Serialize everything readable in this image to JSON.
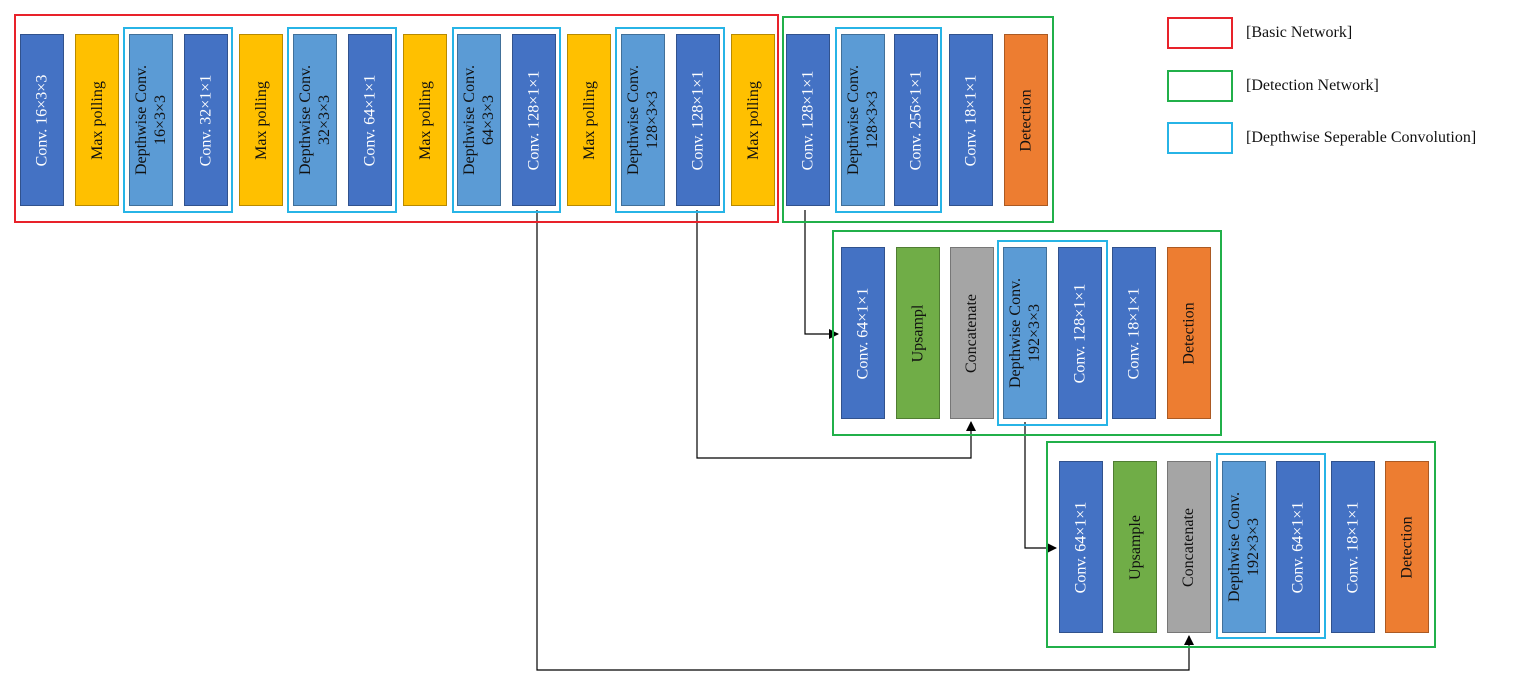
{
  "colors": {
    "conv": "#4472c4",
    "pool": "#ffc000",
    "depthwise": "#5b9bd5",
    "upsample": "#70ad47",
    "concat": "#a5a5a5",
    "detect": "#ed7d31",
    "basic_border": "#e8222a",
    "detection_border": "#21b04a",
    "depthwise_border": "#27b4e6",
    "wire": "#000000"
  },
  "legend": {
    "basic": "[Basic Network]",
    "detection": "[Detection Network]",
    "depthwise": "[Depthwise Seperable Convolution]"
  },
  "row1": {
    "b1": "Conv. 16×3×3",
    "b2": "Max polling",
    "b3": [
      "Depthwise Conv.",
      "16×3×3"
    ],
    "b4": "Conv. 32×1×1",
    "b5": "Max polling",
    "b6": [
      "Depthwise Conv.",
      "32×3×3"
    ],
    "b7": "Conv. 64×1×1",
    "b8": "Max polling",
    "b9": [
      "Depthwise Conv.",
      "64×3×3"
    ],
    "b10": "Conv. 128×1×1",
    "b11": "Max polling",
    "b12": [
      "Depthwise Conv.",
      "128×3×3"
    ],
    "b13": "Conv. 128×1×1",
    "b14": "Max polling",
    "b15": "Conv. 128×1×1",
    "b16": [
      "Depthwise Conv.",
      "128×3×3"
    ],
    "b17": "Conv. 256×1×1",
    "b18": "Conv. 18×1×1",
    "b19": "Detection"
  },
  "row2": {
    "b1": "Conv. 64×1×1",
    "b2": "Upsampl",
    "b3": "Concatenate",
    "b4": [
      "Depthwise Conv.",
      "192×3×3"
    ],
    "b5": "Conv. 128×1×1",
    "b6": "Conv. 18×1×1",
    "b7": "Detection"
  },
  "row3": {
    "b1": "Conv. 64×1×1",
    "b2": "Upsample",
    "b3": "Concatenate",
    "b4": [
      "Depthwise Conv.",
      "192×3×3"
    ],
    "b5": "Conv. 64×1×1",
    "b6": "Conv. 18×1×1",
    "b7": "Detection"
  }
}
